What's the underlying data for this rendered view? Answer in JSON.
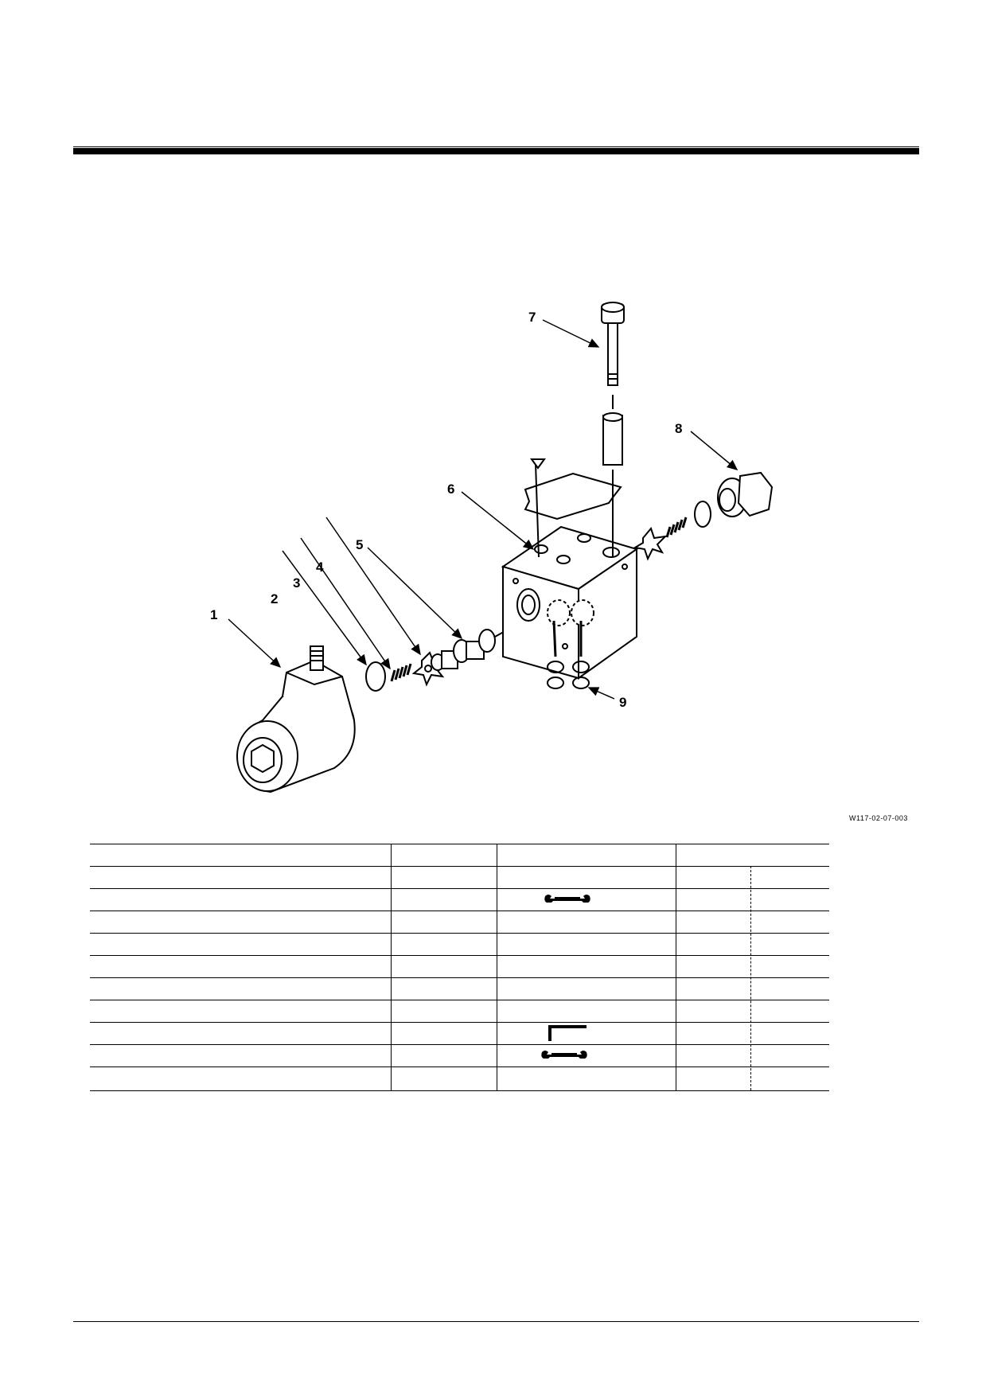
{
  "figure": {
    "reference": "W117-02-07-003",
    "callouts": [
      "1",
      "2",
      "3",
      "4",
      "5",
      "6",
      "7",
      "8",
      "9"
    ]
  },
  "table": {
    "rows": 10,
    "tool_icons": [
      {
        "row": 2,
        "icon": "wrench-icon"
      },
      {
        "row": 8,
        "icon": "hex-key-icon"
      },
      {
        "row": 9,
        "icon": "wrench-icon"
      }
    ]
  }
}
